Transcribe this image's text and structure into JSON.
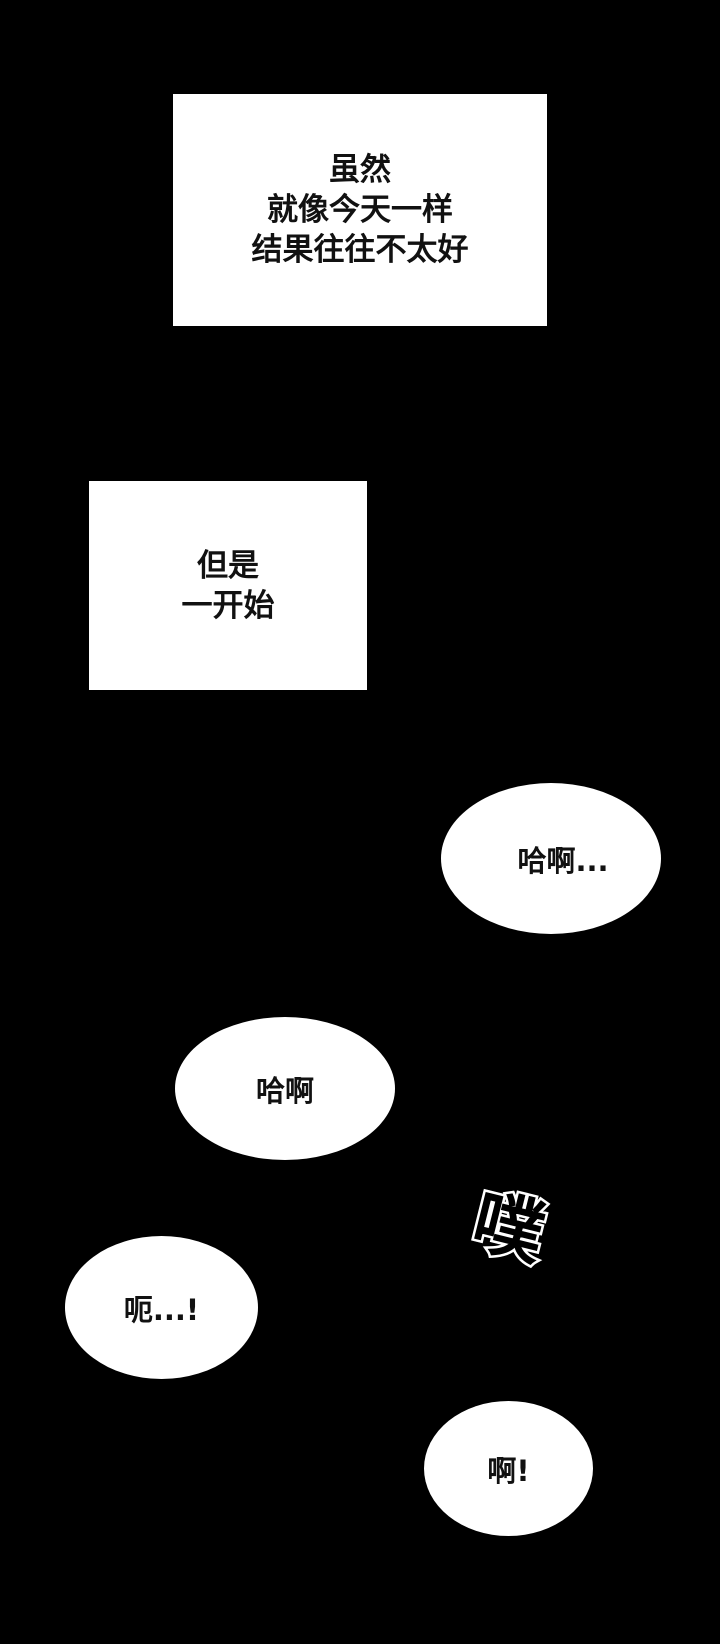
{
  "caption_boxes": [
    {
      "lines": [
        "虽然",
        "就像今天一样",
        "结果往往不太好"
      ]
    },
    {
      "lines": [
        "但是",
        "一开始"
      ]
    }
  ],
  "speech_bubbles": [
    {
      "text": "哈啊..."
    },
    {
      "text": "哈啊"
    },
    {
      "text": "呃...!"
    },
    {
      "text": "啊!"
    }
  ],
  "sound_effect": {
    "text": "噗"
  },
  "colors": {
    "background": "#000000",
    "panel": "#ffffff",
    "text": "#111111"
  }
}
